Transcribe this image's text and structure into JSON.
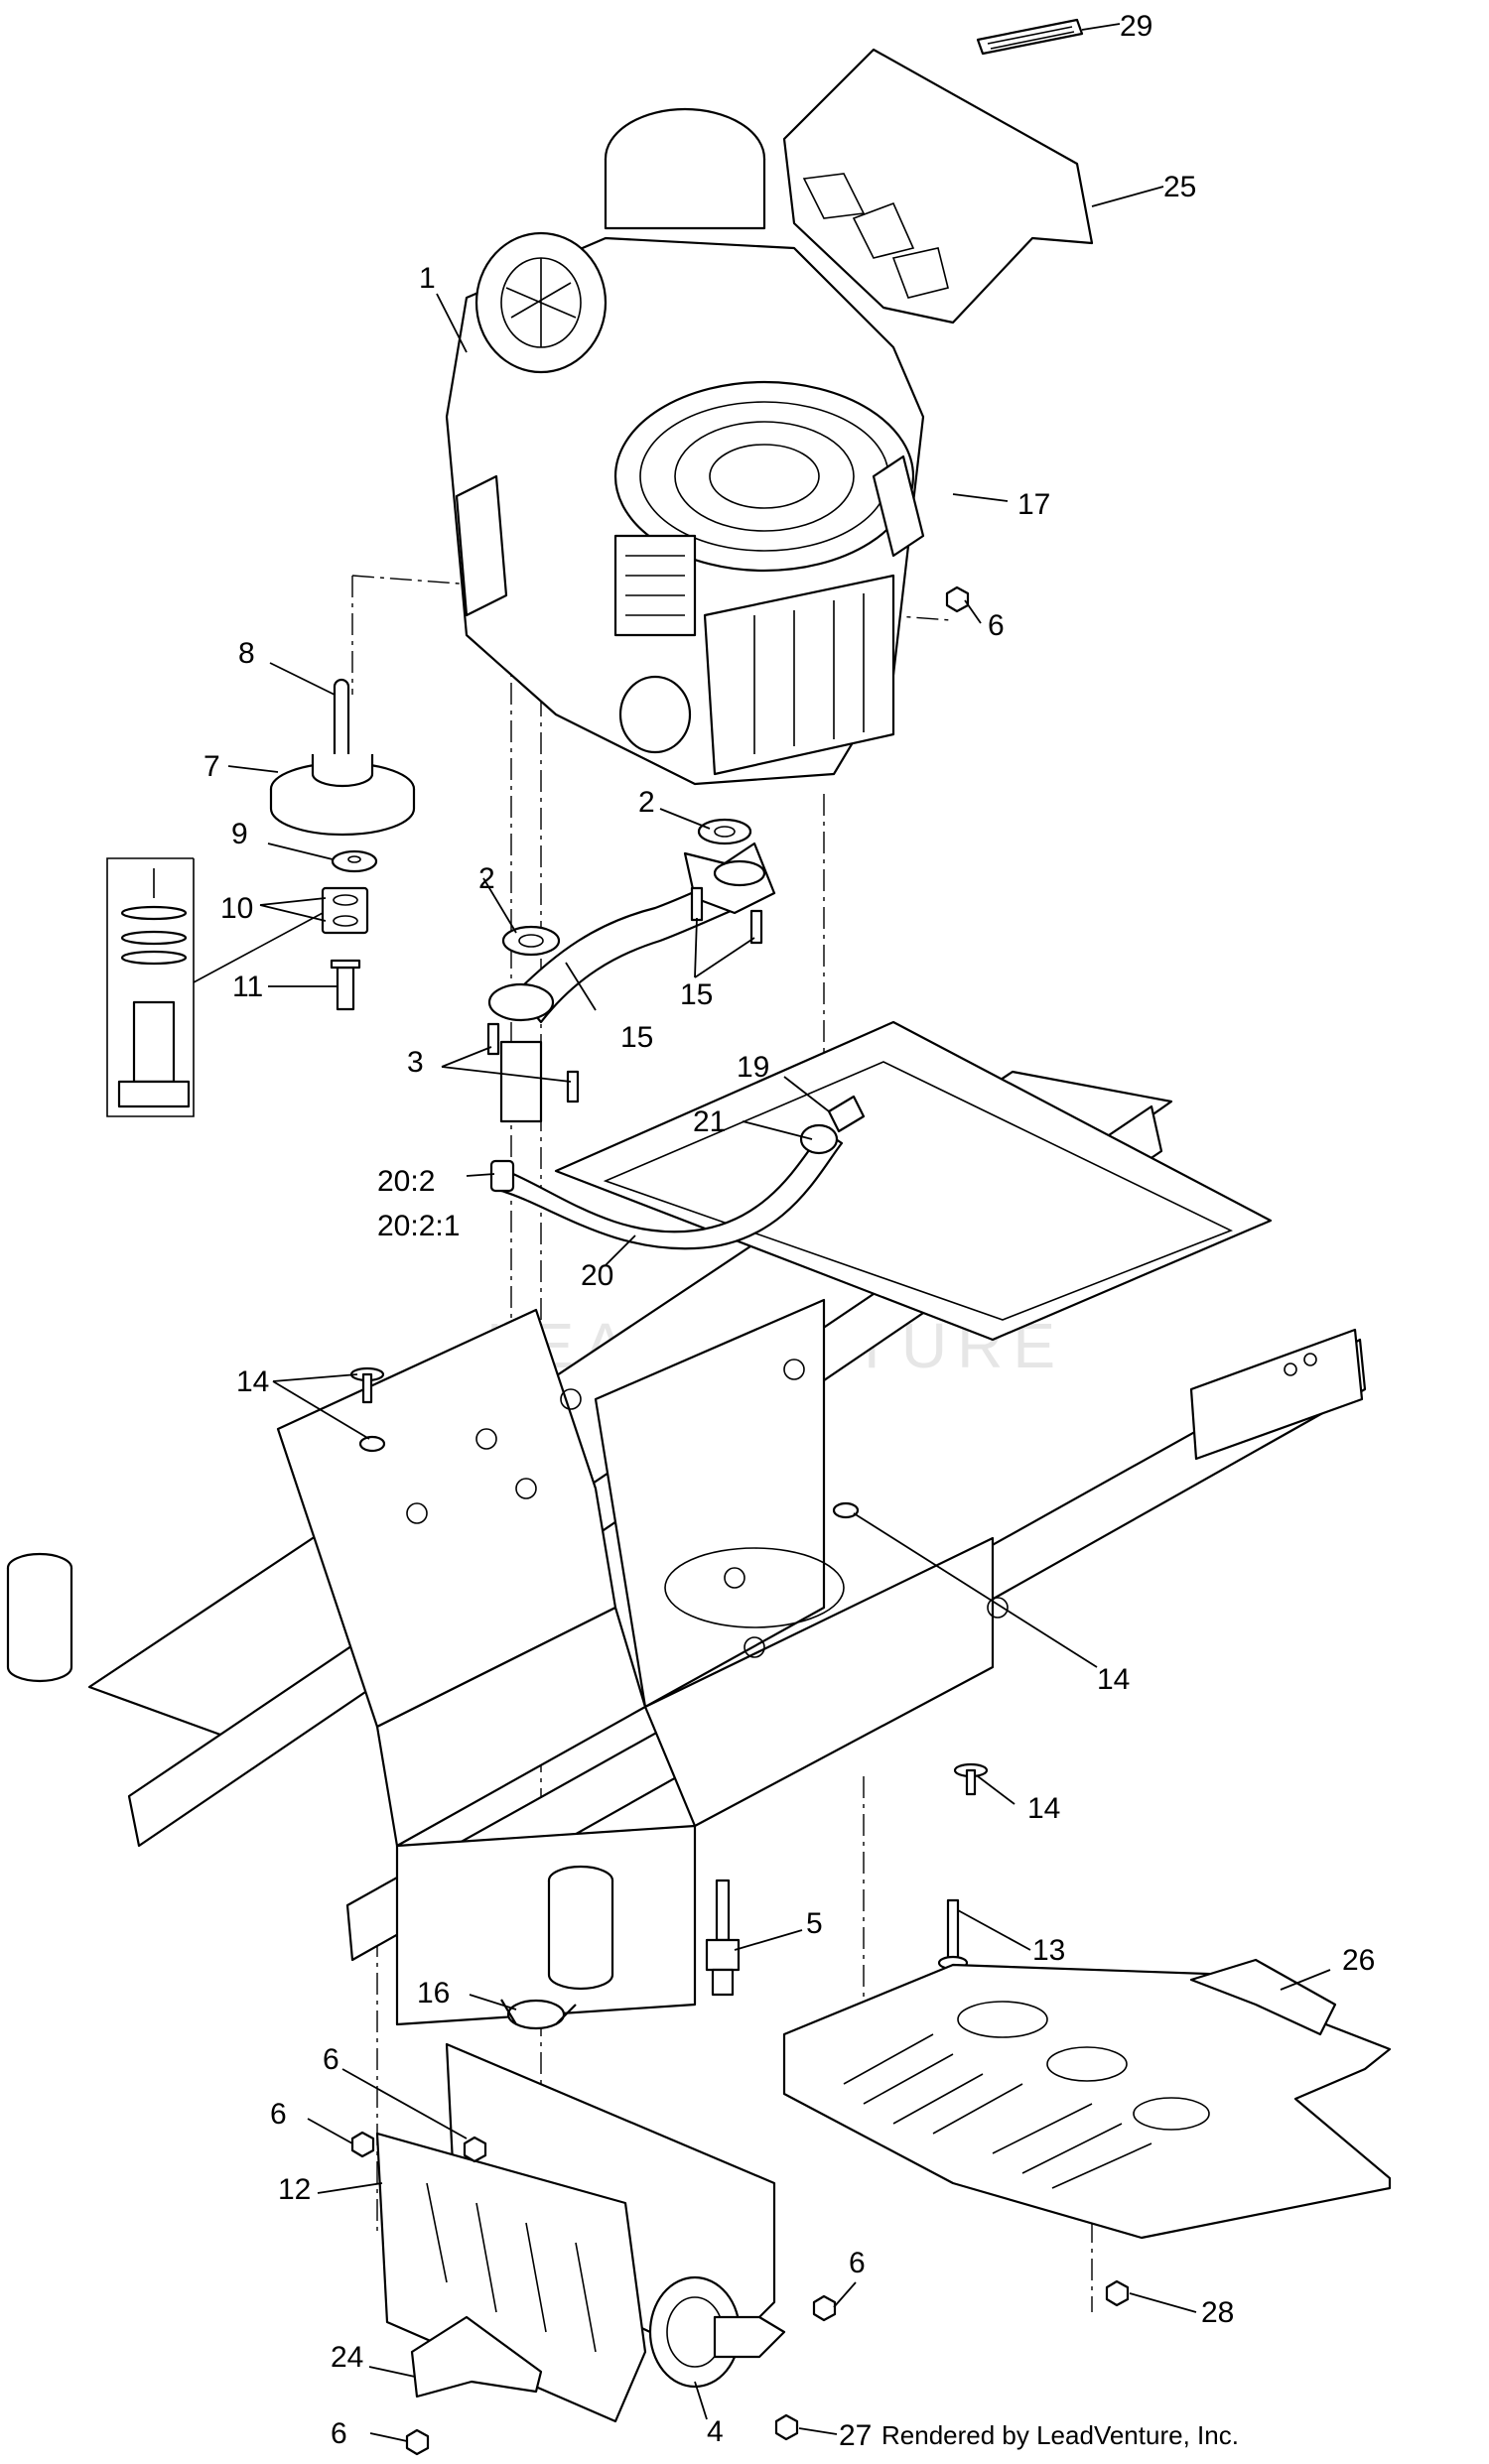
{
  "diagram": {
    "watermark_text": "LEADVENTURE",
    "footer_text": "Rendered by LeadVenture, Inc.",
    "callouts": [
      {
        "id": "c29",
        "text": "29"
      },
      {
        "id": "c25",
        "text": "25"
      },
      {
        "id": "c1",
        "text": "1"
      },
      {
        "id": "c17",
        "text": "17"
      },
      {
        "id": "c6a",
        "text": "6"
      },
      {
        "id": "c8",
        "text": "8"
      },
      {
        "id": "c7",
        "text": "7"
      },
      {
        "id": "c9",
        "text": "9"
      },
      {
        "id": "c10",
        "text": "10"
      },
      {
        "id": "c11",
        "text": "11"
      },
      {
        "id": "c2a",
        "text": "2"
      },
      {
        "id": "c2b",
        "text": "2"
      },
      {
        "id": "c15a",
        "text": "15"
      },
      {
        "id": "c15b",
        "text": "15"
      },
      {
        "id": "c3",
        "text": "3"
      },
      {
        "id": "c19",
        "text": "19"
      },
      {
        "id": "c21",
        "text": "21"
      },
      {
        "id": "c20_2",
        "text": "20:2"
      },
      {
        "id": "c20_2_1",
        "text": "20:2:1"
      },
      {
        "id": "c20",
        "text": "20"
      },
      {
        "id": "c14a",
        "text": "14"
      },
      {
        "id": "c14b",
        "text": "14"
      },
      {
        "id": "c14c",
        "text": "14"
      },
      {
        "id": "c5",
        "text": "5"
      },
      {
        "id": "c13",
        "text": "13"
      },
      {
        "id": "c26",
        "text": "26"
      },
      {
        "id": "c16",
        "text": "16"
      },
      {
        "id": "c6b",
        "text": "6"
      },
      {
        "id": "c6c",
        "text": "6"
      },
      {
        "id": "c12",
        "text": "12"
      },
      {
        "id": "c6d",
        "text": "6"
      },
      {
        "id": "c28",
        "text": "28"
      },
      {
        "id": "c24",
        "text": "24"
      },
      {
        "id": "c4",
        "text": "4"
      },
      {
        "id": "c6e",
        "text": "6"
      },
      {
        "id": "c27",
        "text": "27"
      }
    ]
  }
}
